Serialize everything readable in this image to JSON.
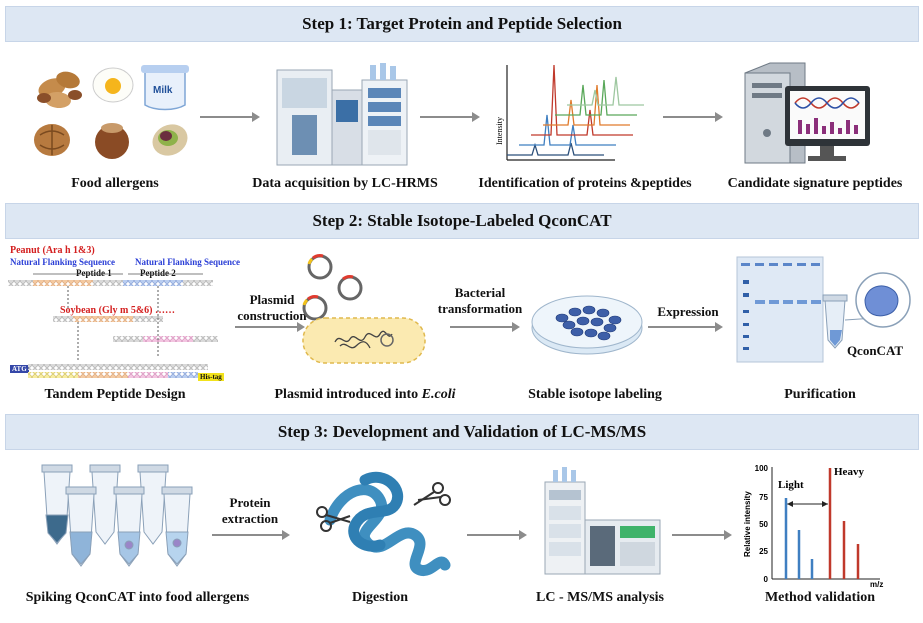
{
  "step1": {
    "title": "Step 1: Target Protein and Peptide Selection",
    "items": [
      {
        "label": "Food allergens"
      },
      {
        "label": "Data acquisition by LC-HRMS"
      },
      {
        "label": "Identification of proteins &peptides"
      },
      {
        "label": "Candidate signature peptides"
      }
    ],
    "milk_text": "Milk",
    "intensity_label": "Intensity"
  },
  "step2": {
    "title": "Step 2: Stable Isotope-Labeled QconCAT",
    "peanut_label": "Peanut (Ara h 1&3)",
    "flank_left": "Natural Flanking Sequence",
    "flank_right": "Natural Flanking Sequence",
    "peptide1": "Peptide 1",
    "peptide2": "Peptide 2",
    "soybean_label": "Soybean (Gly m 5&6) ……",
    "atg": "ATG",
    "his_tag": "His-tag",
    "tandem_label": "Tandem Peptide Design",
    "plasmid_arrow_line1": "Plasmid",
    "plasmid_arrow_line2": "construction",
    "plasmid_label_prefix": "Plasmid introduced into ",
    "plasmid_label_italic": "E.coli",
    "bacterial_line1": "Bacterial",
    "bacterial_line2": "transformation",
    "isotope_label": "Stable isotope labeling",
    "expression_label": "Expression",
    "qconcat_label": "QconCAT",
    "purification_label": "Purification"
  },
  "step3": {
    "title": "Step 3: Development and Validation of LC-MS/MS",
    "spiking_label": "Spiking QconCAT into food allergens",
    "protein_line1": "Protein",
    "protein_line2": "extraction",
    "digestion_label": "Digestion",
    "lcms_label": "LC - MS/MS analysis",
    "validation_label": "Method validation",
    "plot": {
      "ylabel": "Relative intensity",
      "xlabel": "m/z",
      "yticks": [
        "100",
        "75",
        "50",
        "25",
        "0"
      ],
      "light": "Light",
      "heavy": "Heavy"
    }
  },
  "colors": {
    "banner_bg": "#dde7f3",
    "light_peaks": "#3f7fc1",
    "heavy_peaks": "#c0392b",
    "peanut_red": "#d42020",
    "flank_blue": "#2b3fd6"
  }
}
